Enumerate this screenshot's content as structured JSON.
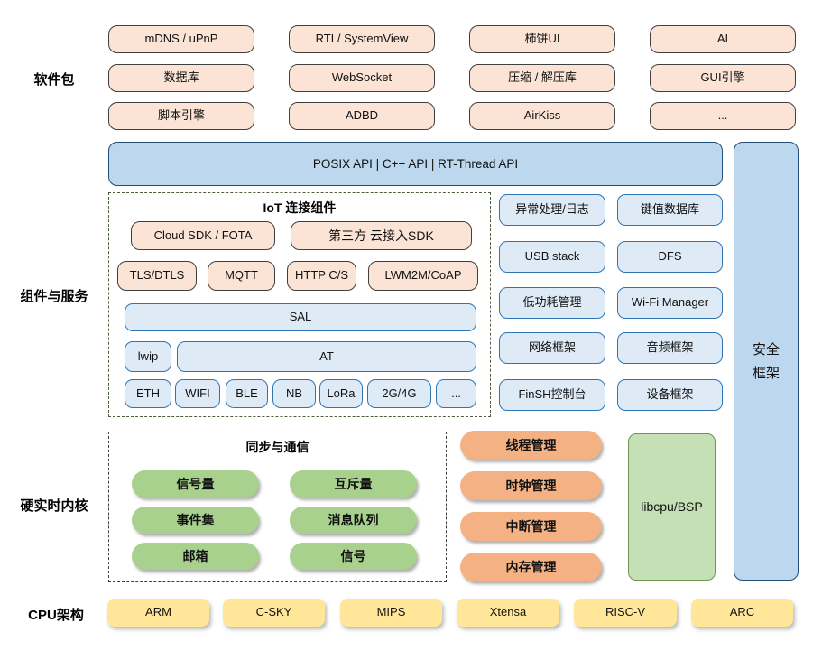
{
  "side_labels": {
    "software": "软件包",
    "components": "组件与服务",
    "kernel": "硬实时内核",
    "cpu": "CPU架构"
  },
  "software_packages": [
    "mDNS / uPnP",
    "RTI / SystemView",
    "柿饼UI",
    "AI",
    "数据库",
    "WebSocket",
    "压缩 / 解压库",
    "GUI引擎",
    "脚本引擎",
    "ADBD",
    "AirKiss",
    "..."
  ],
  "api_bar": "POSIX API   |   C++ API   |   RT-Thread API",
  "security": {
    "line1": "安全",
    "line2": "框架"
  },
  "iot": {
    "title": "IoT 连接组件",
    "cloud": [
      "Cloud SDK / FOTA",
      "第三方 云接入SDK"
    ],
    "protocols": [
      "TLS/DTLS",
      "MQTT",
      "HTTP C/S",
      "LWM2M/CoAP"
    ],
    "sal": "SAL",
    "lwip": "lwip",
    "at": "AT",
    "links": [
      "ETH",
      "WIFI",
      "BLE",
      "NB",
      "LoRa",
      "2G/4G",
      "..."
    ]
  },
  "services": [
    "异常处理/日志",
    "键值数据库",
    "USB stack",
    "DFS",
    "低功耗管理",
    "Wi-Fi Manager",
    "网络框架",
    "音频框架",
    "FinSH控制台",
    "设备框架"
  ],
  "kernel": {
    "sync_title": "同步与通信",
    "sync": [
      "信号量",
      "互斥量",
      "事件集",
      "消息队列",
      "邮箱",
      "信号"
    ],
    "mgmt": [
      "线程管理",
      "时钟管理",
      "中断管理",
      "内存管理"
    ],
    "libcpu": "libcpu/BSP"
  },
  "cpu_archs": [
    "ARM",
    "C-SKY",
    "MIPS",
    "Xtensa",
    "RISC-V",
    "ARC"
  ],
  "colors": {
    "peach": "#FBE3D5",
    "blue_light": "#DEEBF7",
    "blue_mid": "#BDD7EE",
    "blue_border": "#2E75B6",
    "green": "#A9D18E",
    "green_light": "#C5E0B4",
    "orange": "#F4B183",
    "yellow": "#FFE699"
  }
}
